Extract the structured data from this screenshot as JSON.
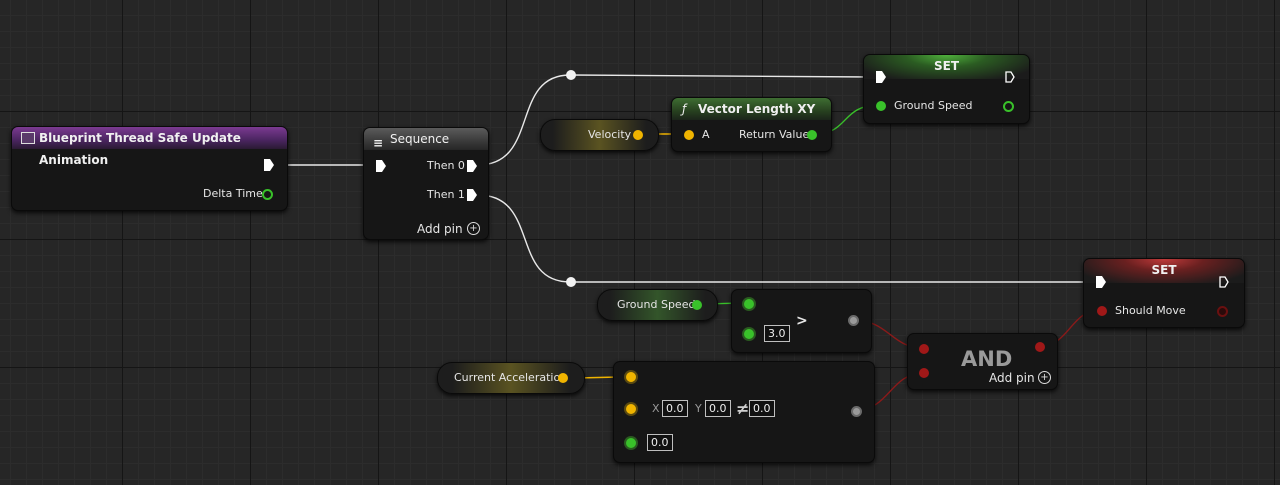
{
  "nodes": {
    "event": {
      "title": "Blueprint Thread Safe Update Animation",
      "delta_time": "Delta Time"
    },
    "sequence": {
      "title": "Sequence",
      "then0": "Then 0",
      "then1": "Then 1",
      "add_pin": "Add pin"
    },
    "set_ground_speed": {
      "title": "SET",
      "pin": "Ground Speed"
    },
    "velocity": {
      "label": "Velocity"
    },
    "vector_length": {
      "title": "Vector Length XY",
      "in_pin": "A",
      "out_pin": "Return Value"
    },
    "ground_speed_get": {
      "label": "Ground Speed"
    },
    "greater": {
      "symbol": ">",
      "value": "3.0"
    },
    "current_accel": {
      "label": "Current Acceleration"
    },
    "not_equal": {
      "x_label": "X",
      "x_value": "0.0",
      "y_label": "Y",
      "y_value": "0.0",
      "z_value": "0.0",
      "tolerance": "0.0"
    },
    "and": {
      "title": "AND",
      "add_pin": "Add pin"
    },
    "set_should_move": {
      "title": "SET",
      "pin": "Should Move"
    }
  },
  "colors": {
    "exec": "#ffffff",
    "float": "#39c12a",
    "vector": "#f0b400",
    "bool": "#a01818",
    "event_header": "#7b3a91"
  },
  "icons": [
    "function-icon",
    "sequence-icon",
    "event-icon",
    "add-pin-icon"
  ]
}
